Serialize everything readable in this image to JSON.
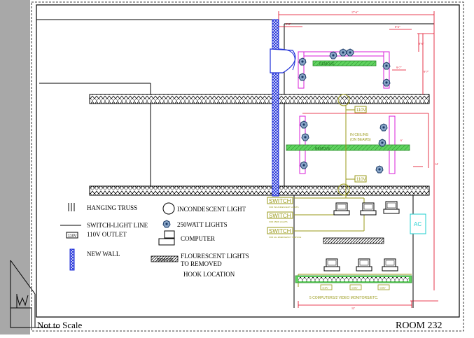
{
  "drawing": {
    "title_left": "Not to Scale",
    "title_right": "ROOM 232"
  },
  "legend": {
    "hanging_truss": "HANGING TRUSS",
    "switch_light_line": "SWITCH-LIGHT LINE",
    "outlet_symbol": "110V",
    "outlet": "110V OUTLET",
    "new_wall": "NEW WALL",
    "incandescent": "INCONDESCENT LIGHT",
    "watt_lights": "250WATT LIGHTS",
    "computer": "COMPUTER",
    "fluorescent_line1": "FLOURESCENT LIGHTS",
    "fluorescent_line2": "TO REMOVED",
    "remove_tag": "REMOVE",
    "hook_location": "HOOK LOCATION"
  },
  "plan": {
    "dim_top": "17'-6\"",
    "dim_top_left": "8'-6\"",
    "dim_top_right": "8'-6\"",
    "dim_right_a": "8'-6\"",
    "dim_right_b": "9'-7\"",
    "dim_right_c": "9'-7\"",
    "dim_right_d": "14'",
    "dim_right_e": "6'",
    "dim_bottom": "12'",
    "outlet_top": "110V",
    "outlet_mid": "110V",
    "remove_top": "REMOVE",
    "remove_mid": "REMOVE",
    "ceiling_label_1": "IN CEILING",
    "ceiling_label_2": "(ON BEAMS)",
    "switch_1": "SWITCH",
    "switch_2": "SWITCH",
    "switch_3": "SWITCH",
    "switch_note": "FOR INCANDESCENT LIGHTS",
    "switch_note_2": "FOR 250W LIGHTS",
    "switch_note_3": "FOR ALL EMERGENCY SERVICE",
    "ac_label": "AC",
    "computers_note": "5 COMPUTERS/2 VIDEO MONITORS/ETC.",
    "outlet_bottom_1": "110V",
    "outlet_bottom_2": "110V",
    "outlet_bottom_3": "110V"
  },
  "colors": {
    "wall_blue": "#1f2fd8",
    "dimension_red": "#e0001b",
    "fixture_magenta": "#d81fd8",
    "fluorescent_green": "#5fd35f",
    "wiring_olive": "#9a9a1a",
    "ac_cyan": "#1fcfcf",
    "sidebar_gray": "#a8a8a8"
  }
}
